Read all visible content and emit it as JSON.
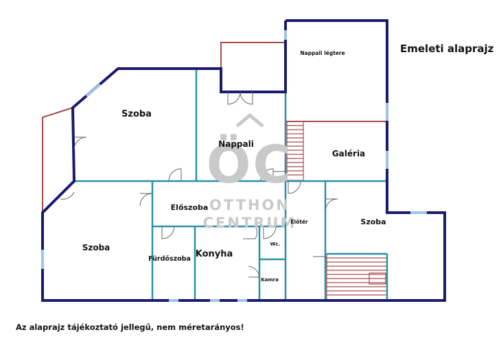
{
  "title": "Emeleti alaprajz",
  "disclaimer": "Az alaprajz tájékoztató jellegű, nem méretarányos!",
  "watermark": {
    "logo": "ÖC",
    "line1": "OTTHON",
    "line2": "CENTRUM"
  },
  "rooms": {
    "szoba_top": "Szoba",
    "nappali": "Nappali",
    "nappali_legtere": "Nappali légtere",
    "galeria": "Galéria",
    "eloszoba": "Előszoba",
    "szoba_left": "Szoba",
    "furdoszoba": "Fürdőszoba",
    "konyha": "Konyha",
    "wc": "Wc.",
    "kamra": "Kamra",
    "eloter": "Előtér",
    "szoba_right": "Szoba"
  },
  "colors": {
    "outer_wall": "#1a1a6e",
    "inner_wall": "#2b8fa8",
    "balcony_wall": "#a84a4a",
    "window": "#9fc4e6",
    "door": "#666666",
    "watermark": "#c9c9c9"
  }
}
